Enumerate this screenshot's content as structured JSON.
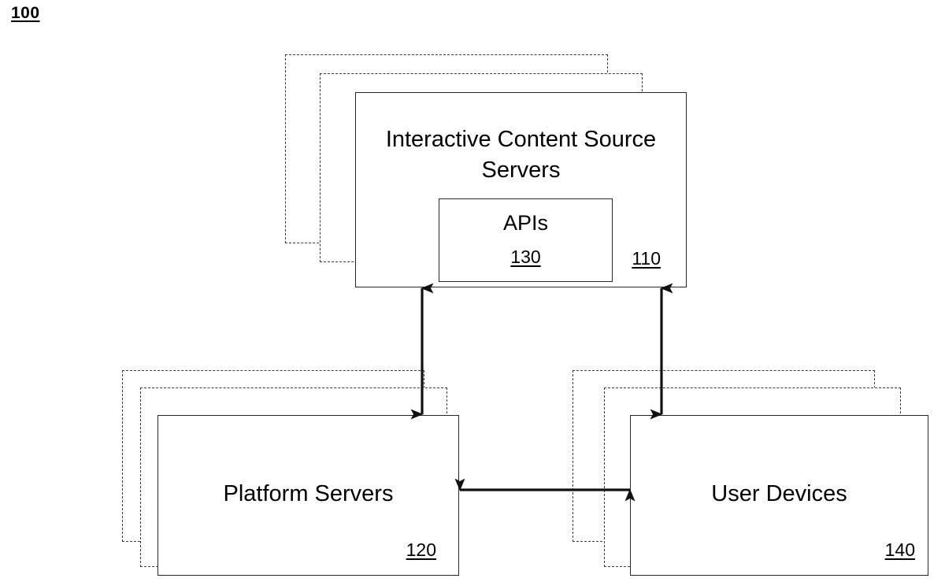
{
  "figure": {
    "number": "100"
  },
  "nodes": [
    {
      "id": "interactive-content-source-servers",
      "title": "Interactive Content Source\nServers",
      "ref": "110",
      "stacked": true,
      "sub": {
        "id": "apis",
        "title": "APIs",
        "ref": "130"
      }
    },
    {
      "id": "platform-servers",
      "title": "Platform Servers",
      "ref": "120",
      "stacked": true
    },
    {
      "id": "user-devices",
      "title": "User Devices",
      "ref": "140",
      "stacked": true
    }
  ],
  "connectors": [
    {
      "id": "source-to-platform",
      "from": "interactive-content-source-servers",
      "to": "platform-servers",
      "orientation": "vertical",
      "arrowheads": "both"
    },
    {
      "id": "source-to-user-devices",
      "from": "interactive-content-source-servers",
      "to": "user-devices",
      "orientation": "vertical",
      "arrowheads": "both"
    },
    {
      "id": "platform-to-user-devices",
      "from": "platform-servers",
      "to": "user-devices",
      "orientation": "horizontal",
      "arrowheads": "both"
    }
  ],
  "colors": {
    "stroke": "#262626",
    "background": "#ffffff",
    "text": "#000000"
  }
}
